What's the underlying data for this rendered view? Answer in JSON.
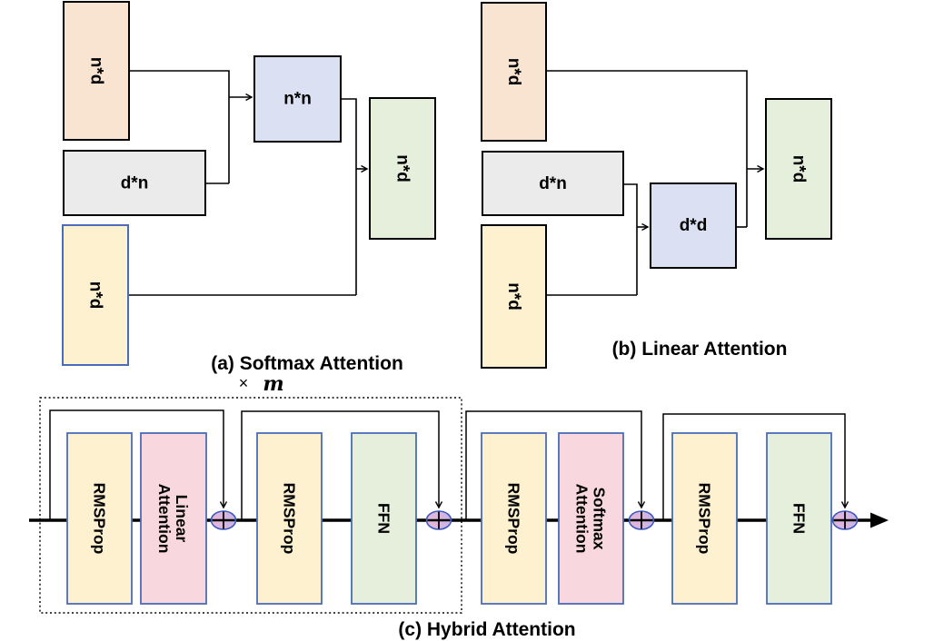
{
  "panel_a": {
    "caption": "(a) Softmax Attention",
    "query_label": "n*d",
    "key_label": "d*n",
    "scores_label": "n*n",
    "value_label": "n*d",
    "output_label": "n*d"
  },
  "panel_b": {
    "caption": "(b) Linear Attention",
    "query_label": "n*d",
    "key_label": "d*n",
    "kv_label": "d*d",
    "value_label": "n*d",
    "output_label": "n*d"
  },
  "panel_c": {
    "caption": "(c) Hybrid Attention",
    "repeat_times_symbol": "×",
    "repeat_count_symbol": "m",
    "norm1_label": "RMSProp",
    "linear_attn_line1": "Linear",
    "linear_attn_line2": "Attention",
    "norm2_label": "RMSProp",
    "ffn1_label": "FFN",
    "norm3_label": "RMSProp",
    "softmax_attn_line1": "Softmax",
    "softmax_attn_line2": "Attention",
    "norm4_label": "RMSProp",
    "ffn2_label": "FFN"
  },
  "colors": {
    "peach": "#f9e3d1",
    "gray": "#ebebeb",
    "yellow": "#fdf1cf",
    "matrix_blue": "#dbe1f3",
    "green": "#e6efdc",
    "pink": "#f8d7de",
    "border_blue": "#4a6cb8",
    "plum_left": "#e8b7d6",
    "plum_right": "#c9b4e9"
  }
}
